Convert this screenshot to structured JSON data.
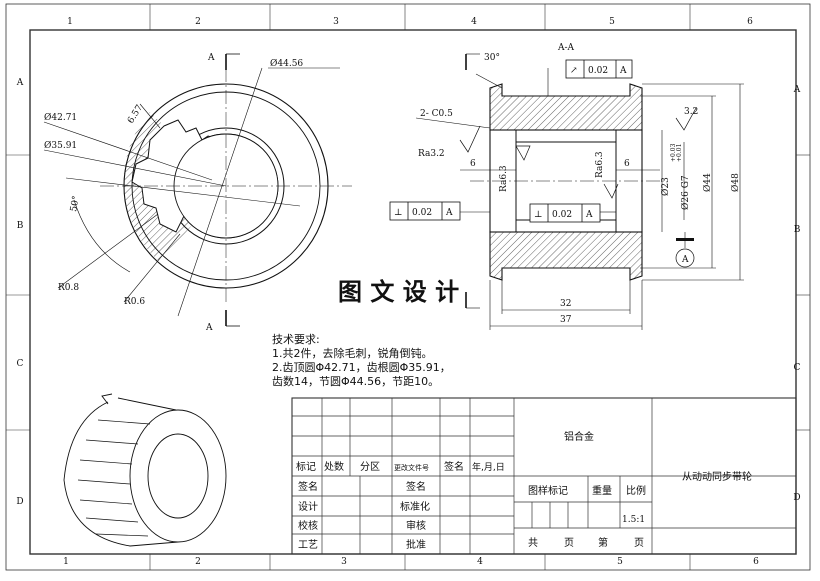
{
  "frame": {
    "col_numbers": [
      "1",
      "2",
      "3",
      "4",
      "5",
      "6"
    ],
    "row_letters": [
      "A",
      "B",
      "C",
      "D"
    ]
  },
  "section_marks": {
    "top": "A",
    "bottom": "A",
    "section_title": "A-A"
  },
  "left_view": {
    "pitch_dia": "Ø44.56",
    "tip_dia": "Ø42.71",
    "root_dia": "Ø35.91",
    "tooth_width": "6.57",
    "angle": "50°",
    "fillet_1": "R0.8",
    "fillet_2": "R0.6"
  },
  "right_view": {
    "chamfer_angle": "30°",
    "chamfer": "2- C0.5",
    "rough_left": "Ra3.2",
    "rough_right": "3.2",
    "rough_inner_1": "Ra6.3",
    "rough_inner_2": "Ra6.3",
    "len_left": "6",
    "len_right": "6",
    "d_bore": "Ø23",
    "d_fit": "Ø26 G7",
    "tol_upper": "+0.03",
    "tol_lower": "+0.01",
    "d_hub": "Ø44",
    "d_flange": "Ø48",
    "width_inner": "32",
    "width_total": "37",
    "datum": "A"
  },
  "fcf": [
    {
      "symbol": "↗",
      "value": "0.02",
      "datum": "A"
    },
    {
      "symbol": "⊥",
      "value": "0.02",
      "datum": "A"
    },
    {
      "symbol": "⊥",
      "value": "0.02",
      "datum": "A"
    }
  ],
  "watermark": "图 文 设 计",
  "tech_req": {
    "title": "技术要求:",
    "line1": "1.共2件，去除毛刺，锐角倒钝。",
    "line2": "2.齿顶圆Φ42.71，齿根圆Φ35.91，",
    "line3": "齿数14，节圆Φ44.56，节距10。"
  },
  "title_block": {
    "material": "铝合金",
    "part_name": "从动动同步带轮",
    "labels_row1": [
      "标记",
      "处数",
      "分区",
      "更改文件号",
      "签名",
      "年,月,日"
    ],
    "labels_col1": [
      "签名",
      "设计",
      "校核",
      "工艺"
    ],
    "labels_col2": [
      "签名",
      "标准化",
      "审核",
      "批准"
    ],
    "stage": "图样标记",
    "weight": "重量",
    "ratio": "比例",
    "scale": "1.5:1",
    "sheets": [
      "共",
      "页",
      "第",
      "页"
    ]
  }
}
